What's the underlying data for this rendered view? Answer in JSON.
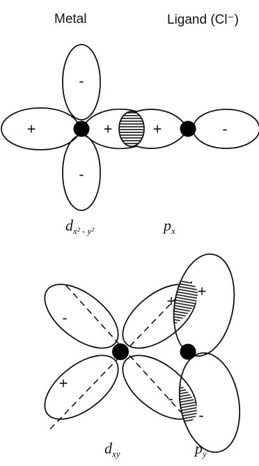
{
  "headers": {
    "metal": "Metal",
    "ligand": "Ligand (Cl⁻)"
  },
  "orbitals": {
    "top_metal": {
      "base": "d",
      "sub": "x² - y²"
    },
    "top_ligand": {
      "base": "p",
      "sub": "x"
    },
    "bottom_metal": {
      "base": "d",
      "sub": "xy"
    },
    "bottom_ligand": {
      "base": "p",
      "sub": "y"
    }
  },
  "signs": {
    "plus": "+",
    "minus": "-"
  },
  "colors": {
    "line": "#111111",
    "atom": "#000000",
    "background": "#ffffff"
  }
}
